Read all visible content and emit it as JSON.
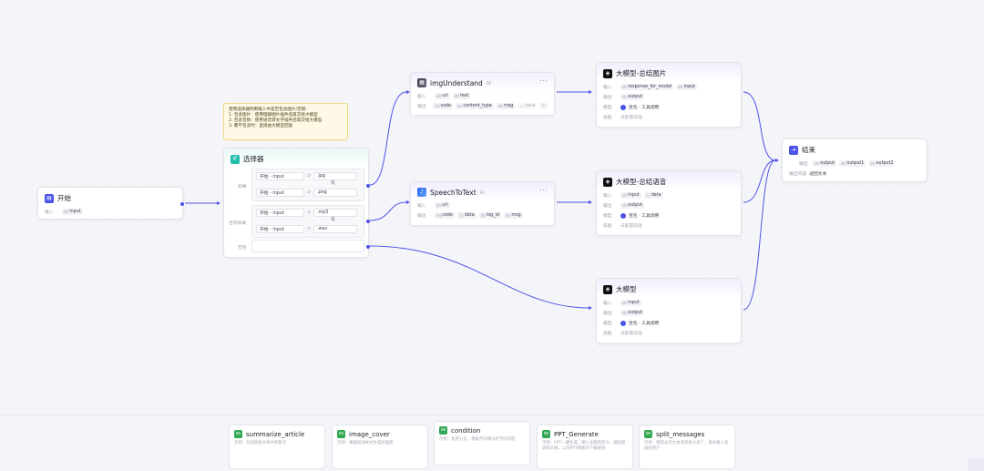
{
  "nodes": {
    "start": {
      "title": "开始",
      "input_label": "输入",
      "input_tag": "input"
    },
    "note": {
      "lines": [
        "使用选择器判断输入中是否包含图片/音频:",
        "1. 包含图片：使用理解图片插件后再交给大模型",
        "2. 包含音频：使用语音转文字插件后再交给大模型",
        "3. 都不包含时：直接由大模型回复"
      ]
    },
    "selector": {
      "title": "选择器",
      "if_label": "如果",
      "elif_label": "否则如果",
      "else_label": "否则",
      "or_label": "或",
      "conditions": [
        {
          "var": "开始 - input",
          "op": "⊃",
          "val": ".jpg"
        },
        {
          "var": "开始 - input",
          "op": "⊃",
          "val": ".png"
        },
        {
          "var": "开始 - input",
          "op": "⊃",
          "val": ".mp3"
        },
        {
          "var": "开始 - input",
          "op": "⊃",
          "val": ".wav"
        }
      ]
    },
    "img": {
      "title": "imgUnderstand",
      "more": "···",
      "in_label": "输入",
      "out_label": "输出",
      "inputs": [
        "url",
        "text"
      ],
      "outputs": [
        "code",
        "content_type",
        "msg",
        "data"
      ],
      "out_more": "···"
    },
    "speech": {
      "title": "SpeechToText",
      "more": "···",
      "in_label": "输入",
      "out_label": "输出",
      "inputs": [
        "url"
      ],
      "outputs": [
        "code",
        "data",
        "log_id",
        "msg"
      ]
    },
    "llm_img": {
      "title": "大模型-总结图片",
      "in_label": "输入",
      "out_label": "输出",
      "model_label": "模型",
      "skill_label": "技能",
      "inputs": [
        "response_for_model",
        "input"
      ],
      "output": "output",
      "model": "豆包 · 工具调用",
      "skill": "未配置技能"
    },
    "llm_audio": {
      "title": "大模型-总结语音",
      "in_label": "输入",
      "out_label": "输出",
      "model_label": "模型",
      "skill_label": "技能",
      "inputs": [
        "input",
        "data"
      ],
      "output": "output",
      "model": "豆包 · 工具调用",
      "skill": "未配置技能"
    },
    "llm": {
      "title": "大模型",
      "in_label": "输入",
      "out_label": "输出",
      "model_label": "模型",
      "skill_label": "技能",
      "inputs": [
        "input"
      ],
      "output": "output",
      "model": "豆包 · 工具调用",
      "skill": "未配置技能"
    },
    "end": {
      "title": "结束",
      "out_var_label": "输出",
      "outputs": [
        "output",
        "output1",
        "output2"
      ],
      "content_label": "输出内容",
      "content": "返回文本"
    }
  },
  "plugins": [
    {
      "name": "summarize_article",
      "desc": "示例：总结链接文章中的要点"
    },
    {
      "name": "image_cover",
      "desc": "示例：根据描述样式生成封面图"
    },
    {
      "name": "condition",
      "desc": "示例：复用分支，根据不同情况走不同流程"
    },
    {
      "name": "PPT_Generate",
      "desc": "示例：PPT一键生成，输入主题和受众，输出图表和大纲，以及PPT模板的下载链接"
    },
    {
      "name": "split_messages",
      "desc": "示例：把较长的文本消息拆分多个，逐条输入发送给用户"
    }
  ],
  "colors": {
    "accent": "#4d53e8",
    "edge": "#4d53e8",
    "note_bg": "#fef9e7",
    "note_border": "#f2d77a",
    "plugin_icon": "#32a852"
  }
}
